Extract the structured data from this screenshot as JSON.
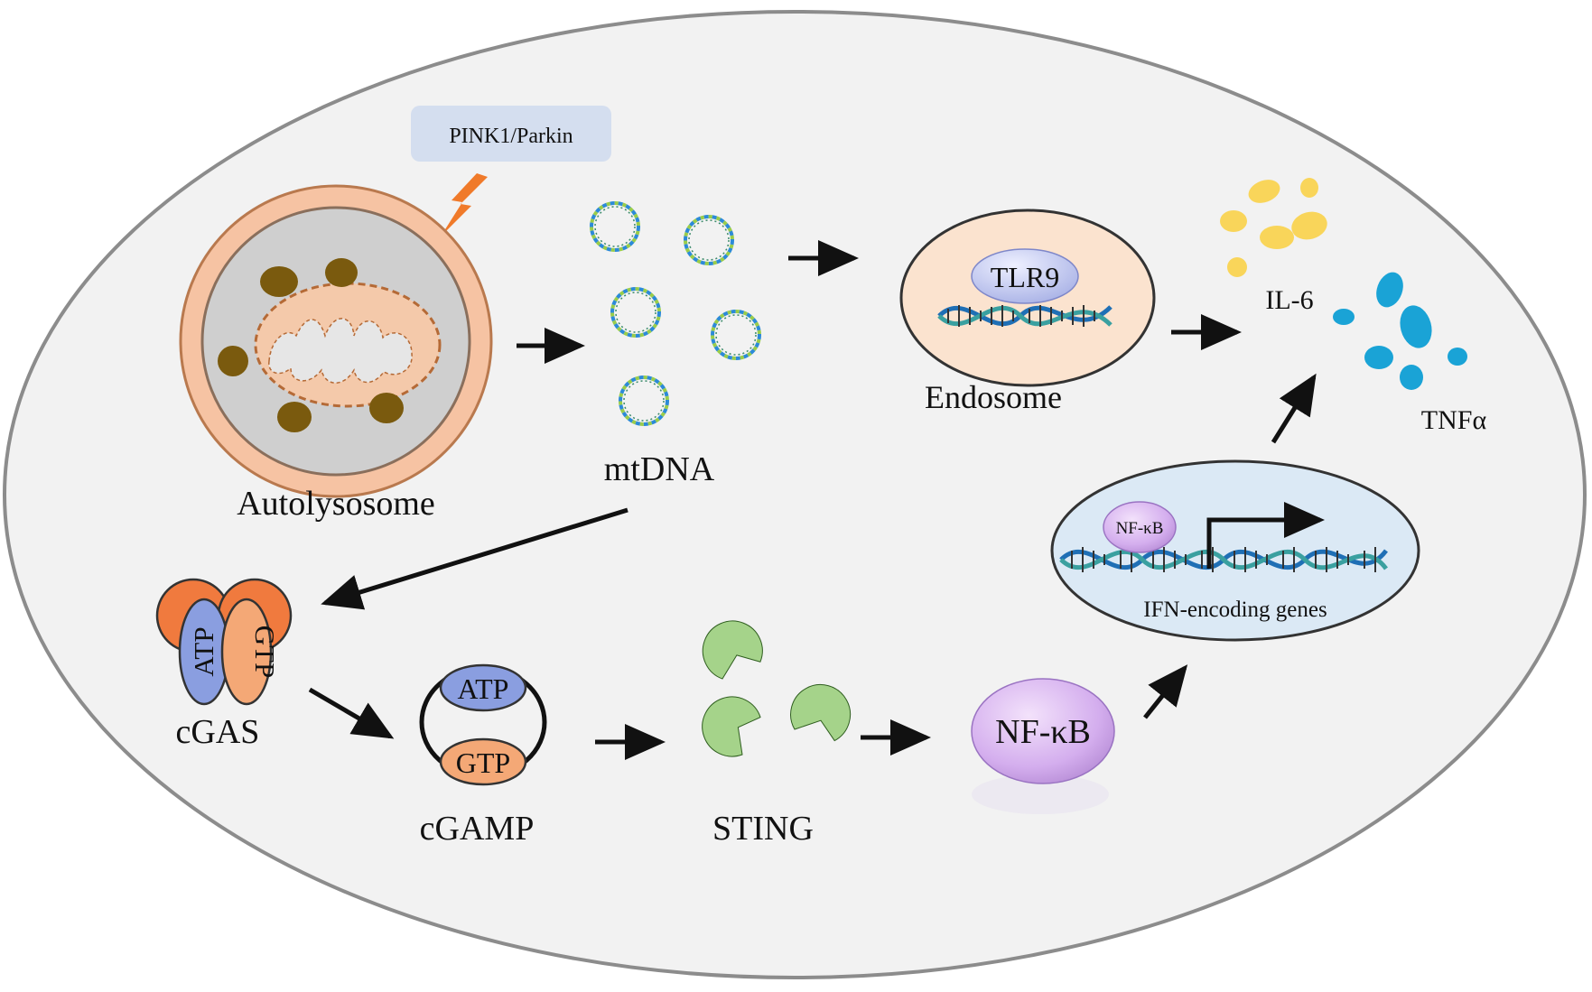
{
  "labels": {
    "pink1_parkin": "PINK1/Parkin",
    "autolysosome": "Autolysosome",
    "mtdna": "mtDNA",
    "tlr9": "TLR9",
    "endosome": "Endosome",
    "il6": "IL-6",
    "tnfa": "TNFα",
    "nfkb_small": "NF-κB",
    "ifn_genes": "IFN-encoding  genes",
    "atp": "ATP",
    "gtp": "GTP",
    "cgas": "cGAS",
    "cgamp_atp": "ATP",
    "cgamp_gtp": "GTP",
    "cgamp": "cGAMP",
    "sting": "STING",
    "nfkb": "NF-κB"
  },
  "colors": {
    "cell_fill": "#f2f2f2",
    "cell_border": "#8c8c8c",
    "autolysosome_outer": "#f6c3a3",
    "autolysosome_inner": "#cfcfcf",
    "granule": "#7a5a0e",
    "mito_outline": "#b56a36",
    "endosome_fill": "#fbe3cf",
    "tlr9_fill": "#c7cdf2",
    "il6_dots": "#f9d55a",
    "tnf_dots": "#1aa3d6",
    "nucleus_fill": "#dbe9f5",
    "nfkb_fill": "#d9b5f0",
    "cgas_orange": "#f07a3e",
    "atp_blue": "#8a9ee0",
    "gtp_orange": "#f4a876",
    "sting_green": "#a5d38a",
    "lightning": "#f07a2a",
    "pink1_box": "#d4deef"
  }
}
